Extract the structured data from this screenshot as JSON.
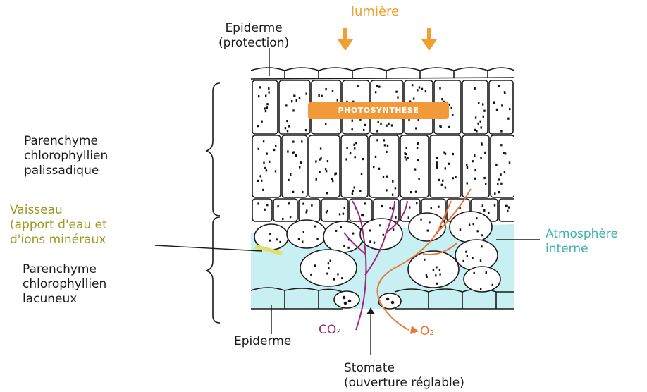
{
  "labels": {
    "light": "lumière",
    "epidermis_top": [
      "Epiderme",
      "(protection)"
    ],
    "palisade": [
      "Parenchyme",
      "chlorophyllien",
      "palissadique"
    ],
    "vessel": [
      "Vaisseau",
      "(apport d'eau et",
      "d'ions minéraux"
    ],
    "spongy": [
      "Parenchyme",
      "chlorophyllien",
      "lacuneux"
    ],
    "internal_atmosphere": [
      "Atmosphère",
      "interne"
    ],
    "epidermis_bottom": "Epiderme",
    "stomate": [
      "Stomate",
      "(ouverture réglable)"
    ],
    "photosynthesis": "PHOTOSYNTHÈSE",
    "co2": "CO₂",
    "o2": "O₂"
  },
  "colors": {
    "light": "#f0a030",
    "vessel": "#9a9a1e",
    "internal_atmosphere": "#3ab0b0",
    "internal_atmosphere_fill": "#c8eff2",
    "co2": "#a0287a",
    "o2": "#e8783a",
    "photosynthesis_bg": "#f29a3a",
    "vessel_fill": "#e0e070"
  }
}
